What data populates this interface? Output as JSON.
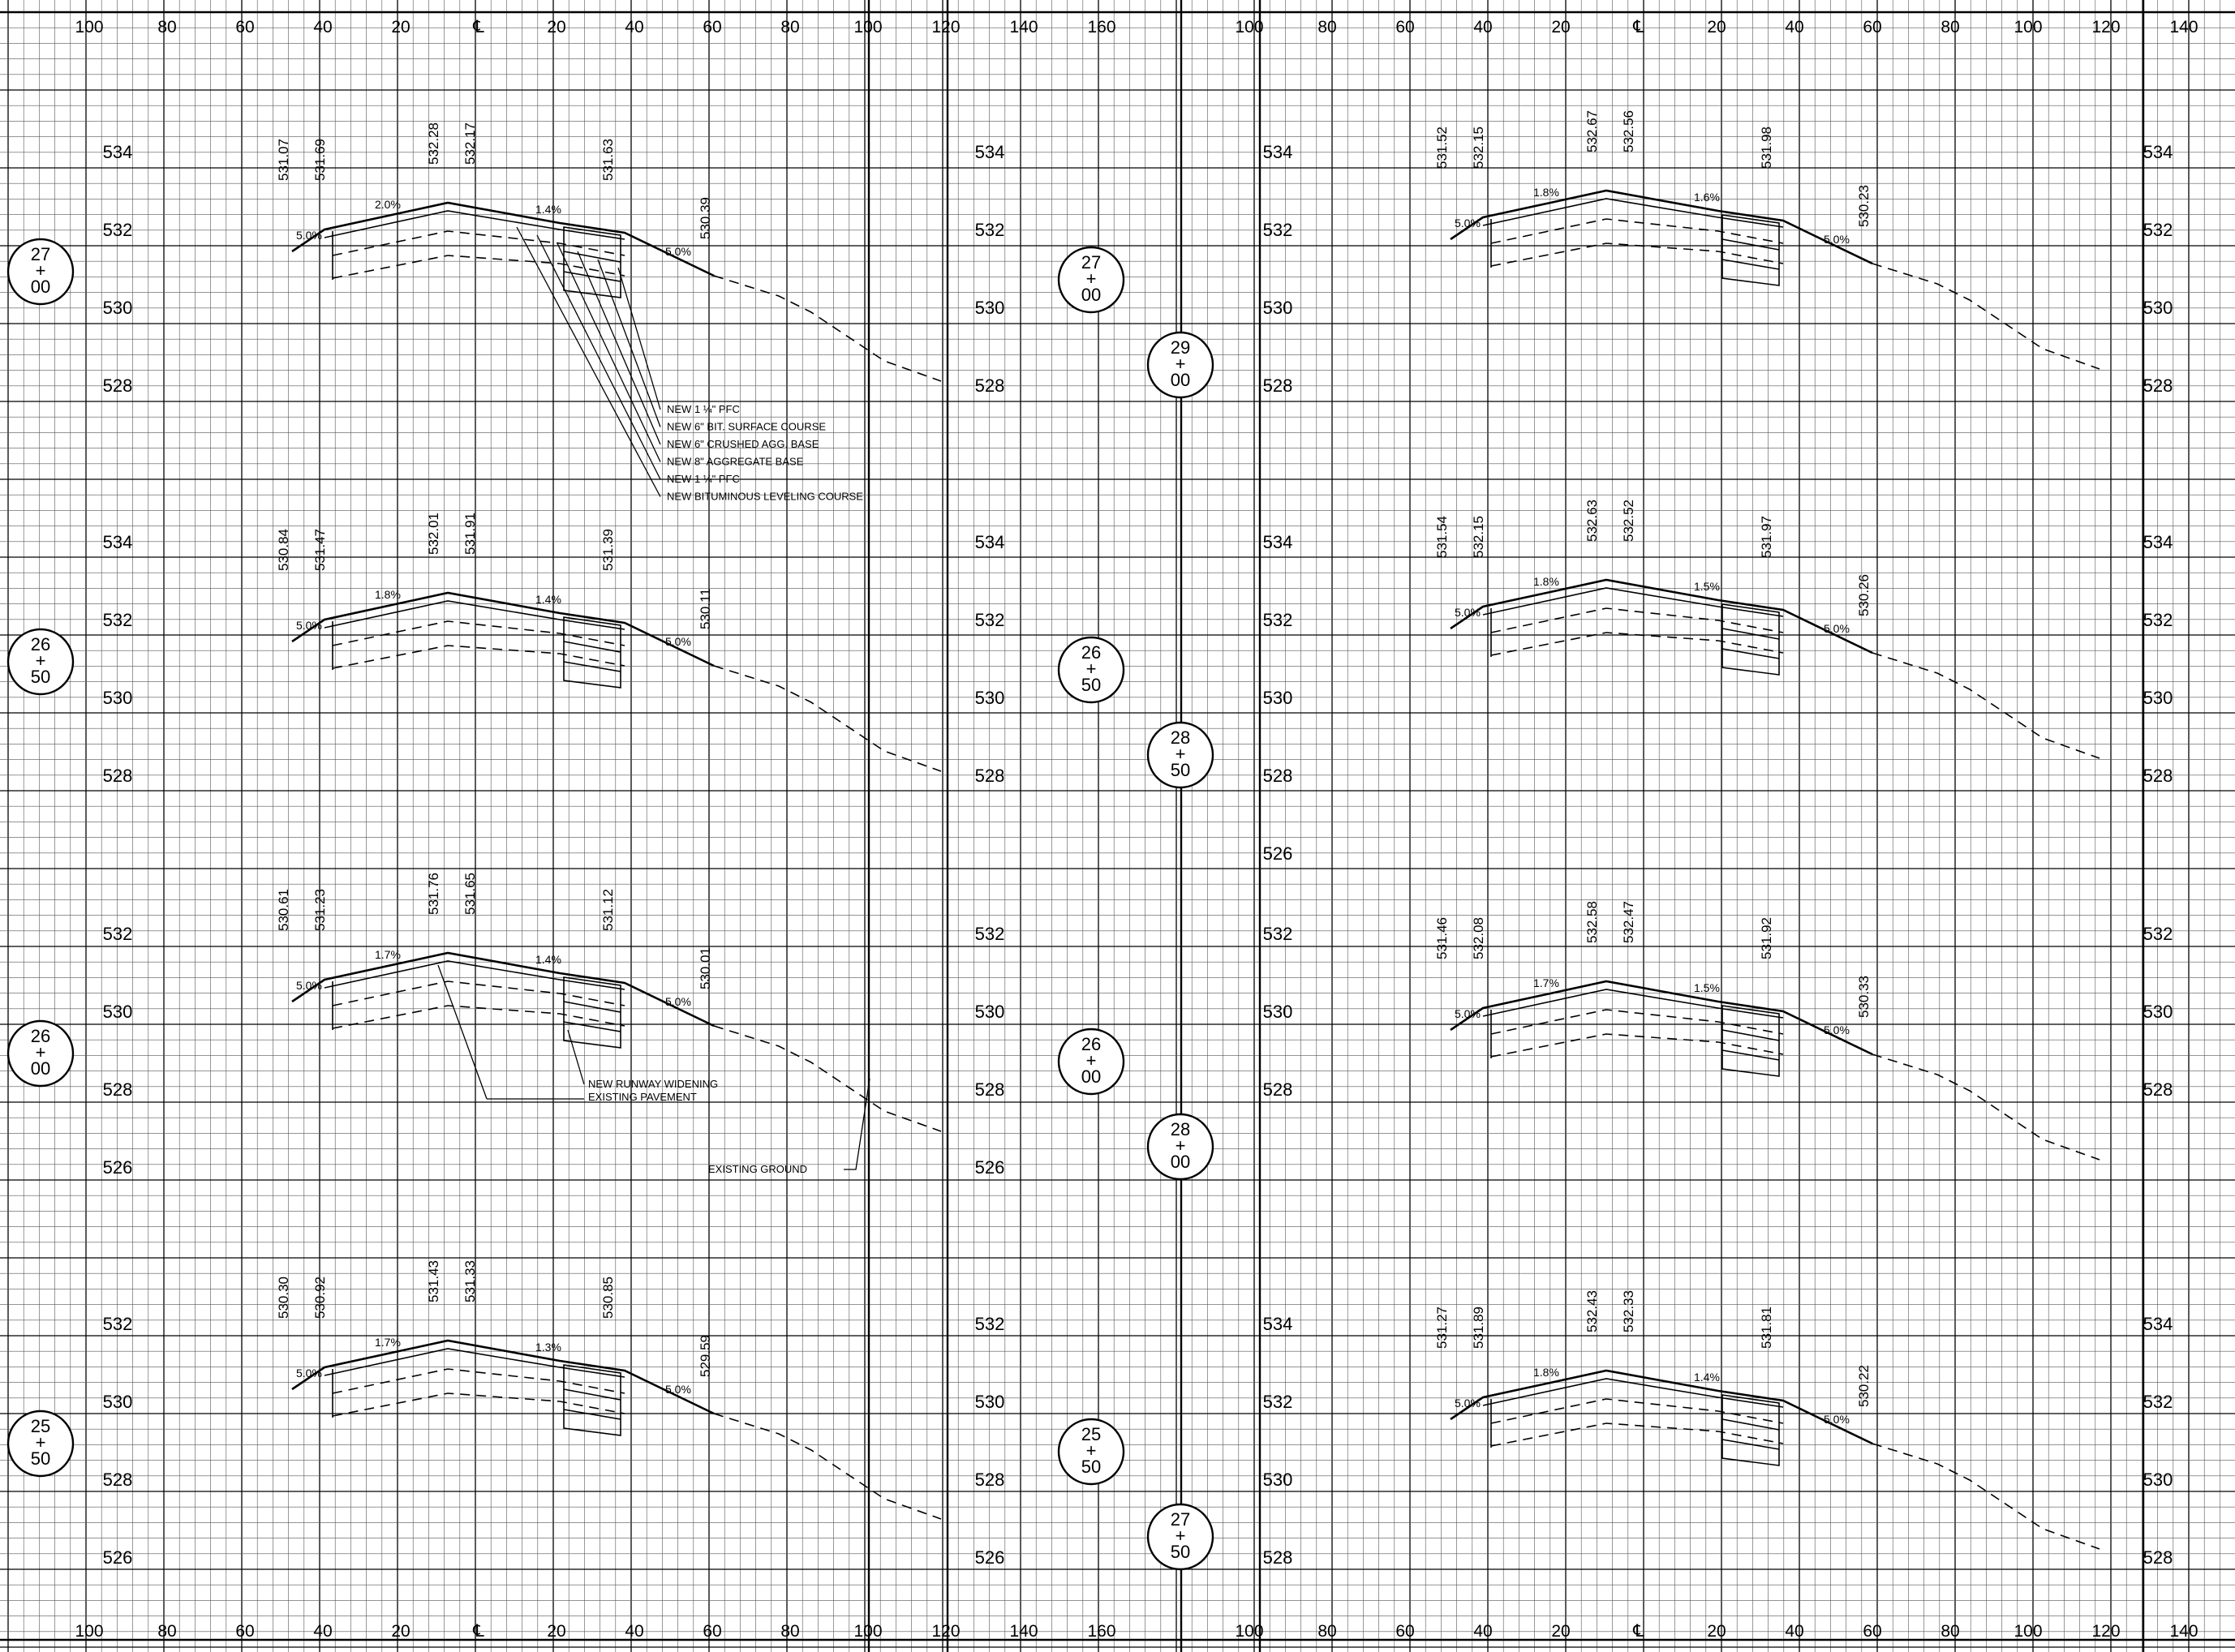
{
  "sheet": {
    "offset_scale_labels": [
      "100",
      "80",
      "60",
      "40",
      "20",
      "℄",
      "20",
      "40",
      "60",
      "80",
      "100",
      "120",
      "140",
      "160"
    ],
    "left_panel": {
      "rows": [
        {
          "elevations": [
            "534",
            "532",
            "530",
            "528"
          ],
          "right_elevations": [
            "534",
            "532",
            "530",
            "528"
          ],
          "station": [
            "27",
            "+",
            "00"
          ]
        },
        {
          "elevations": [
            "534",
            "532",
            "530",
            "528"
          ],
          "right_elevations": [
            "534",
            "532",
            "530",
            "528"
          ],
          "station": [
            "26",
            "+",
            "50"
          ]
        },
        {
          "elevations": [
            "532",
            "530",
            "528",
            "526"
          ],
          "right_elevations": [
            "532",
            "530",
            "528",
            "526"
          ],
          "station": [
            "26",
            "+",
            "00"
          ]
        },
        {
          "elevations": [
            "532",
            "530",
            "528",
            "526"
          ],
          "right_elevations": [
            "532",
            "530",
            "528",
            "526"
          ],
          "station": [
            "25",
            "+",
            "50"
          ]
        }
      ]
    },
    "right_panel": {
      "rows": [
        {
          "elevations": [
            "534",
            "532",
            "530",
            "528"
          ],
          "right_elevations": [
            "534",
            "532",
            "530",
            "528"
          ],
          "station": [
            "29",
            "+",
            "00"
          ]
        },
        {
          "elevations": [
            "534",
            "532",
            "530",
            "528",
            "526"
          ],
          "right_elevations": [
            "534",
            "532",
            "530",
            "528"
          ],
          "station": [
            "28",
            "+",
            "50"
          ]
        },
        {
          "elevations": [
            "532",
            "530",
            "528"
          ],
          "right_elevations": [
            "532",
            "530",
            "528"
          ],
          "station": [
            "28",
            "+",
            "00"
          ]
        },
        {
          "elevations": [
            "534",
            "532",
            "530",
            "528"
          ],
          "right_elevations": [
            "534",
            "532",
            "530",
            "528"
          ],
          "station": [
            "27",
            "+",
            "50"
          ]
        }
      ]
    },
    "sections": [
      {
        "id": "L1",
        "spot_elevations": [
          "531.07",
          "531.69",
          "532.28",
          "532.17",
          "531.63",
          "530.39"
        ],
        "grades": [
          "5.0%",
          "2.0%",
          "1.4%",
          "5.0%"
        ]
      },
      {
        "id": "L2",
        "spot_elevations": [
          "530.84",
          "531.47",
          "532.01",
          "531.91",
          "531.39",
          "530.11"
        ],
        "grades": [
          "5.0%",
          "1.8%",
          "1.4%",
          "5.0%"
        ]
      },
      {
        "id": "L3",
        "spot_elevations": [
          "530.61",
          "531.23",
          "531.76",
          "531.65",
          "531.12",
          "530.01"
        ],
        "grades": [
          "5.0%",
          "1.7%",
          "1.4%",
          "5.0%"
        ]
      },
      {
        "id": "L4",
        "spot_elevations": [
          "530.30",
          "530.92",
          "531.43",
          "531.33",
          "530.85",
          "529.59"
        ],
        "grades": [
          "5.0%",
          "1.7%",
          "1.3%",
          "5.0%"
        ]
      },
      {
        "id": "R1",
        "spot_elevations": [
          "531.52",
          "532.15",
          "532.67",
          "532.56",
          "531.98",
          "530.23"
        ],
        "grades": [
          "5.0%",
          "1.8%",
          "1.6%",
          "5.0%"
        ]
      },
      {
        "id": "R2",
        "spot_elevations": [
          "531.54",
          "532.15",
          "532.63",
          "532.52",
          "531.97",
          "530.26"
        ],
        "grades": [
          "5.0%",
          "1.8%",
          "1.5%",
          "5.0%"
        ]
      },
      {
        "id": "R3",
        "spot_elevations": [
          "531.46",
          "532.08",
          "532.58",
          "532.47",
          "531.92",
          "530.33"
        ],
        "grades": [
          "5.0%",
          "1.7%",
          "1.5%",
          "5.0%"
        ]
      },
      {
        "id": "R4",
        "spot_elevations": [
          "531.27",
          "531.89",
          "532.43",
          "532.33",
          "531.81",
          "530.22"
        ],
        "grades": [
          "5.0%",
          "1.8%",
          "1.4%",
          "5.0%"
        ]
      }
    ],
    "callouts": {
      "pavement_layers": [
        "NEW 1 ¼\" PFC",
        "NEW 6\" BIT. SURFACE COURSE",
        "NEW 6\" CRUSHED AGG. BASE",
        "NEW 8\" AGGREGATE BASE",
        "NEW 1 ¼\" PFC",
        "NEW BITUMINOUS LEVELING COURSE"
      ],
      "widening": [
        "NEW RUNWAY WIDENING",
        "EXISTING PAVEMENT"
      ],
      "ground": "EXISTING GROUND"
    }
  }
}
